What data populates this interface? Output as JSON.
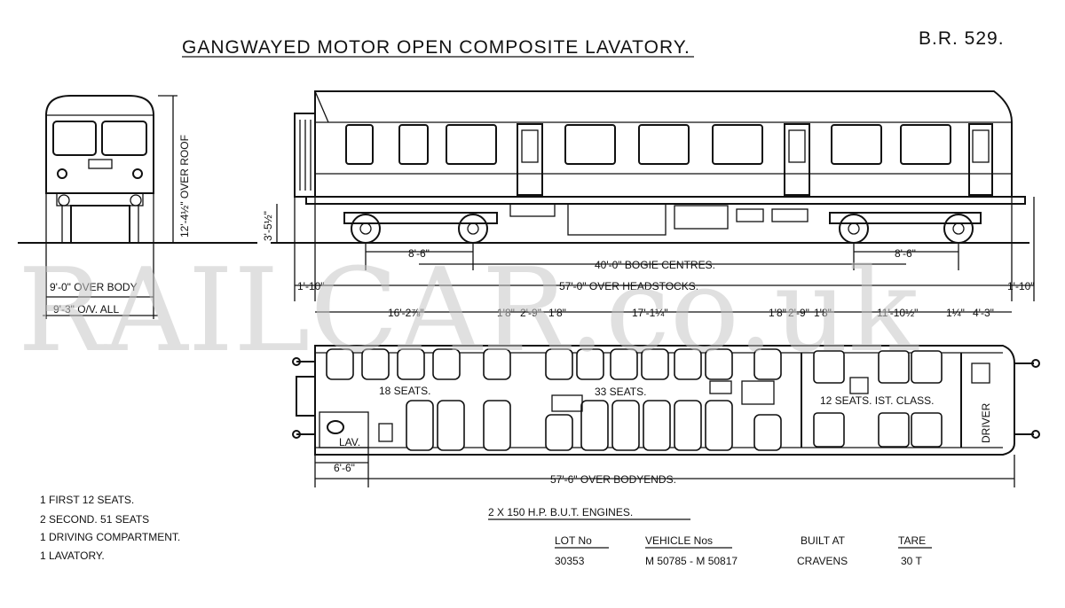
{
  "title": "GANGWAYED MOTOR OPEN COMPOSITE LAVATORY.",
  "code": "B.R. 529.",
  "end_view": {
    "over_roof": "12'-4½\" OVER ROOF",
    "over_body": "9'-0\" OVER BODY",
    "over_all": "9'-3\" O/V. ALL"
  },
  "side_view": {
    "height_3": "3'-5½\"",
    "bogie_left": "8'-6\"",
    "bogie_right": "8'-6\"",
    "bogie_centres": "40'-0\" BOGIE CENTRES.",
    "overhang_left": "1'-10\"",
    "overhang_right": "1'-10\"",
    "headstocks": "57'-0\" OVER HEADSTOCKS."
  },
  "plan_dims": [
    "16'-2⅞\"",
    "1'8\"",
    "2'-9\"",
    "1'8\"",
    "17'-1¼\"",
    "1'8\"",
    "2'-9\"",
    "1'8\"",
    "11'-10½\"",
    "1¼\"",
    "4'-3\""
  ],
  "plan": {
    "seats_18": "18 SEATS.",
    "seats_33": "33 SEATS.",
    "seats_12": "12 SEATS. IST. CLASS.",
    "lav": "LAV.",
    "driver": "DRIVER",
    "lav_dim": "6'-6\"",
    "bodyends": "57'-6\" OVER BODYENDS."
  },
  "summary": [
    "1  FIRST  12  SEATS.",
    "2  SECOND.  51  SEATS",
    "1  DRIVING  COMPARTMENT.",
    "1  LAVATORY."
  ],
  "engines": "2 X 150 H.P. B.U.T. ENGINES.",
  "table": {
    "headers": [
      "LOT No",
      "VEHICLE Nos",
      "BUILT AT",
      "TARE"
    ],
    "row": [
      "30353",
      "M 50785  - M 50817",
      "CRAVENS",
      "30 T"
    ]
  },
  "watermark": "RAILCAR.co.uk"
}
